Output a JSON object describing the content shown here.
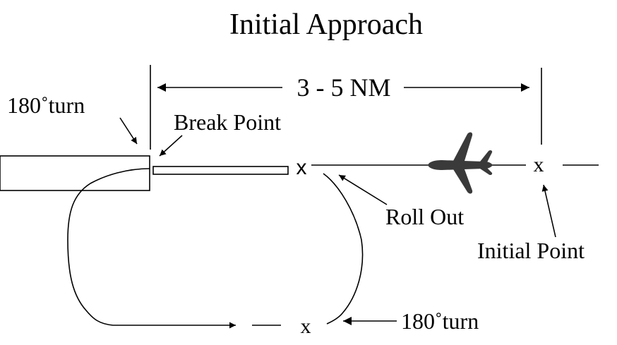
{
  "title": "Initial Approach",
  "distance_label": "3 - 5 NM",
  "labels": {
    "turn_top": "180˚turn",
    "break_point": "Break Point",
    "roll_out": "Roll Out",
    "initial_point": "Initial Point",
    "turn_bottom": "180˚turn"
  },
  "markers": {
    "roll_out_x": "x",
    "initial_point_x": "x",
    "bottom_x": "x"
  },
  "icons": {
    "aircraft": "jet-aircraft-icon"
  },
  "colors": {
    "ink": "#000000",
    "aircraft": "#3a3a3a",
    "background": "#ffffff"
  }
}
